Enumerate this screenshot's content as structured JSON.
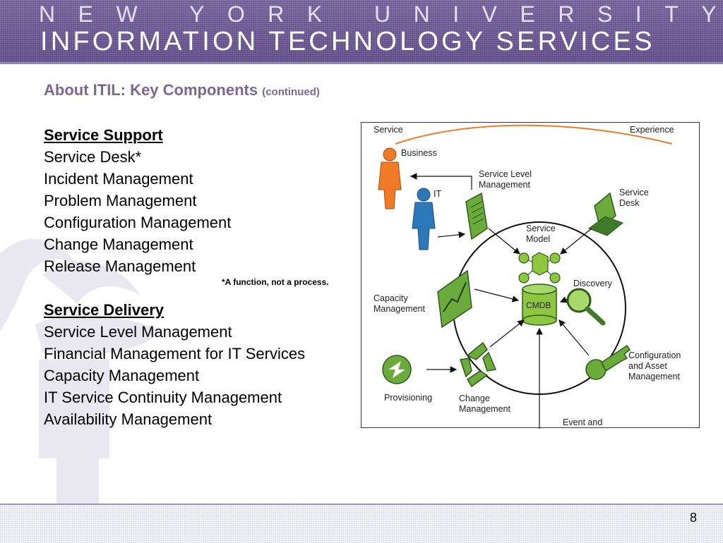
{
  "header": {
    "line1": "NEW YORK UNIVERSITY",
    "line2": "INFORMATION TECHNOLOGY SERVICES"
  },
  "title": {
    "main": "About ITIL: Key Components",
    "suffix": "(continued)"
  },
  "service_support": {
    "heading": "Service Support",
    "items": [
      "Service Desk*",
      "Incident Management",
      "Problem Management",
      "Configuration Management",
      "Change Management",
      "Release Management"
    ]
  },
  "footnote": "*A function, not a process",
  "service_delivery": {
    "heading": "Service Delivery",
    "items": [
      "Service Level Management",
      "Financial Management for IT Services",
      "Capacity Management",
      "IT Service Continuity Management",
      "Availability Management"
    ]
  },
  "diagram": {
    "service": "Service",
    "experience": "Experience",
    "business": "Business",
    "it": "IT",
    "slm": "Service Level\nManagement",
    "service_desk": "Service\nDesk",
    "service_model": "Service\nModel",
    "discovery": "Discovery",
    "capacity": "Capacity\nManagement",
    "cmdb": "CMDB",
    "config_asset": "Configuration\nand Asset\nManagement",
    "provisioning": "Provisioning",
    "change": "Change\nManagement",
    "event": "Event and",
    "colors": {
      "green": "#6aab3b",
      "dark_green": "#3f7a2a",
      "orange": "#f07a26",
      "blue": "#2c78b8",
      "arc": "#f07a26"
    }
  },
  "page_number": "8"
}
